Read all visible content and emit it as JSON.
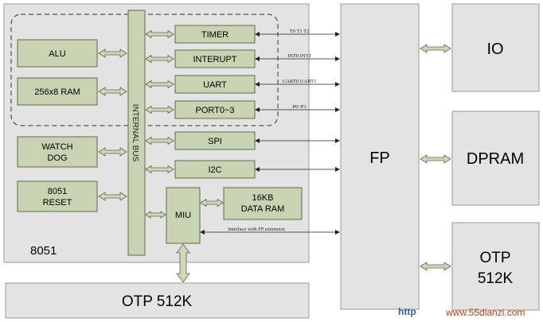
{
  "diagram": {
    "cpu_label": "8051",
    "internal_bus_label": "INTERNAL BUS",
    "blocks": {
      "alu": "ALU",
      "ram": "256x8 RAM",
      "watchdog_line1": "WATCH",
      "watchdog_line2": "DOG",
      "reset_line1": "8051",
      "reset_line2": "RESET",
      "timer": "TIMER",
      "interupt": "INTERUPT",
      "uart": "UART",
      "port": "PORT0~3",
      "spi": "SPI",
      "i2c": "I2C",
      "miu": "MIU",
      "dataram_line1": "16KB",
      "dataram_line2": "DATA RAM",
      "fp": "FP",
      "io": "IO",
      "dpram": "DPRAM",
      "otp_right_line1": "OTP",
      "otp_right_line2": "512K",
      "otp_bottom": "OTP 512K"
    },
    "signals": {
      "timer": "T0 T1 T2",
      "interupt": "INT0 INT1",
      "uart": "UART0 UART1",
      "port": "P0~P3",
      "fp_ext": "Interface with FP extension"
    },
    "colors": {
      "block_fill": "#c8d3b1",
      "block_stroke": "#5f6b4f",
      "panel_fill": "#e3e3e3",
      "panel_stroke": "#9a9a9a",
      "arrow_fill": "#cfd9b6",
      "arrow_stroke": "#5b6650"
    }
  },
  "watermark": {
    "prefix": "http",
    "site": "www.55dianzi.com"
  }
}
